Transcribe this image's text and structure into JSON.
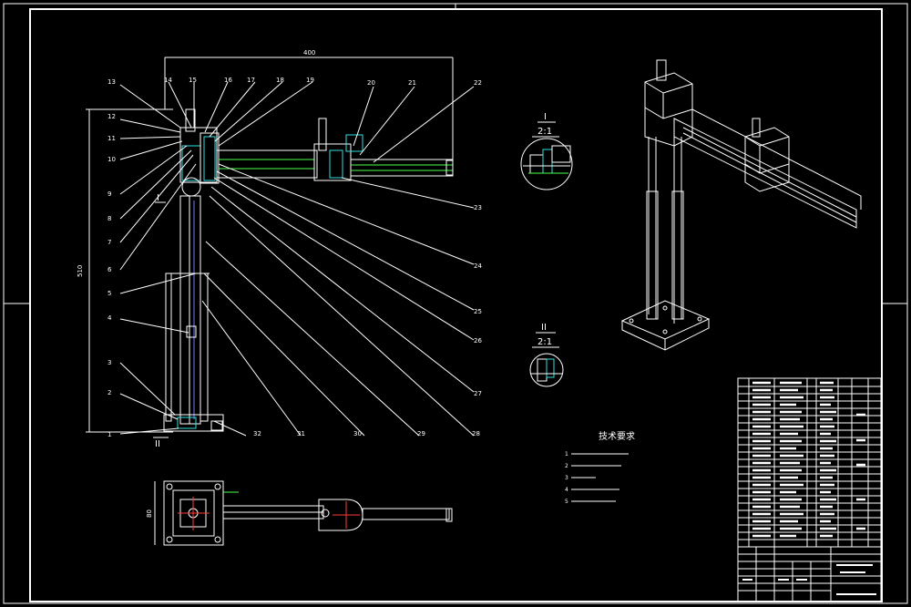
{
  "dimensions": {
    "width_top": "400",
    "height_left": "510",
    "plan_height": "80"
  },
  "part_labels": [
    "1",
    "2",
    "3",
    "4",
    "5",
    "6",
    "7",
    "8",
    "9",
    "10",
    "11",
    "12",
    "13",
    "14",
    "15",
    "16",
    "17",
    "18",
    "19",
    "20",
    "21",
    "22",
    "23",
    "24",
    "25",
    "26",
    "27",
    "28",
    "29",
    "30",
    "31",
    "32"
  ],
  "section_marks": {
    "upper": "I",
    "lower": "II"
  },
  "detail_views": [
    {
      "id": "I",
      "scale": "2:1"
    },
    {
      "id": "II",
      "scale": "2:1"
    }
  ],
  "technical_requirements": {
    "title": "技术要求",
    "items": [
      "1",
      "2",
      "3",
      "4",
      "5"
    ]
  },
  "colors": {
    "background": "#000000",
    "lines": "#ffffff",
    "dimension": "#4cff4c",
    "center": "#ff3b3b",
    "hatch": "#35e0e0"
  }
}
